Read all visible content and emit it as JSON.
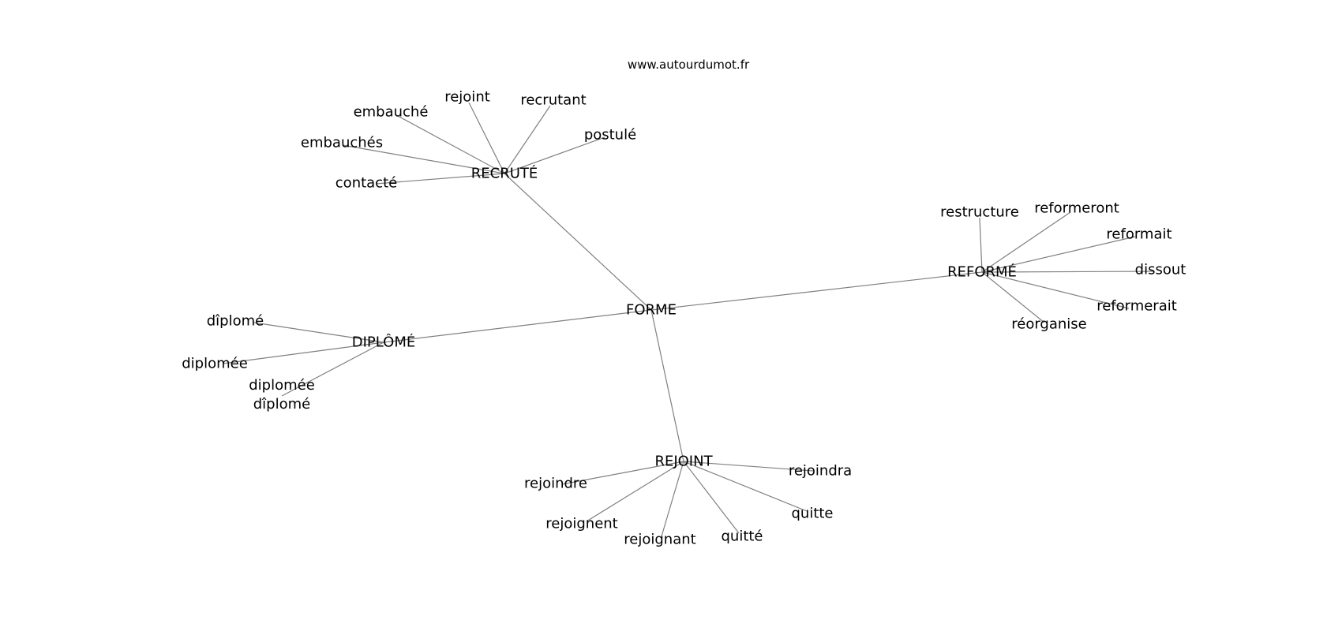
{
  "watermark": "www.autourdumot.fr",
  "graph": {
    "center": "FORME",
    "clusters": [
      {
        "hub": "RECRUTÉ",
        "leaves": [
          "embauché",
          "rejoint",
          "recrutant",
          "postulé",
          "embauchés",
          "contacté"
        ]
      },
      {
        "hub": "REFORMÉ",
        "leaves": [
          "restructure",
          "reformeront",
          "reformait",
          "dissout",
          "reformerait",
          "réorganise"
        ]
      },
      {
        "hub": "DIPLÔMÉ",
        "leaves": [
          "dîplomé",
          "diplomée",
          "diplomée dîplomé"
        ]
      },
      {
        "hub": "REJOINT",
        "leaves": [
          "rejoindra",
          "rejoindre",
          "quitte",
          "rejoignent",
          "quitté",
          "rejoignant"
        ]
      }
    ]
  }
}
